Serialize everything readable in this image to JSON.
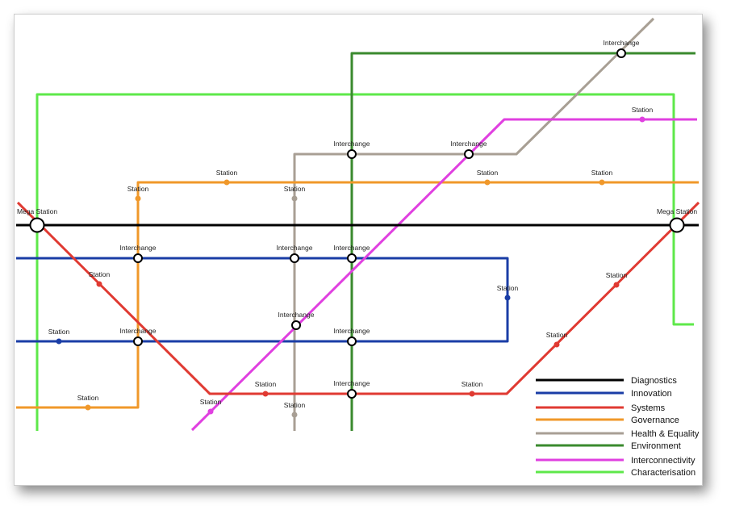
{
  "lines": [
    {
      "name": "Diagnostics",
      "color": "#000000"
    },
    {
      "name": "Innovation",
      "color": "#1a3da6"
    },
    {
      "name": "Systems",
      "color": "#e03a32"
    },
    {
      "name": "Governance",
      "color": "#f0982a"
    },
    {
      "name": "Health & Equality",
      "color": "#a89f94"
    },
    {
      "name": "Environment",
      "color": "#3a8a2e"
    },
    {
      "name": "Interconnectivity",
      "color": "#e040e0"
    },
    {
      "name": "Characterisation",
      "color": "#5ee84a"
    }
  ],
  "labels": {
    "mega": "Mega Station",
    "interchange": "Interchange",
    "station": "Station"
  }
}
